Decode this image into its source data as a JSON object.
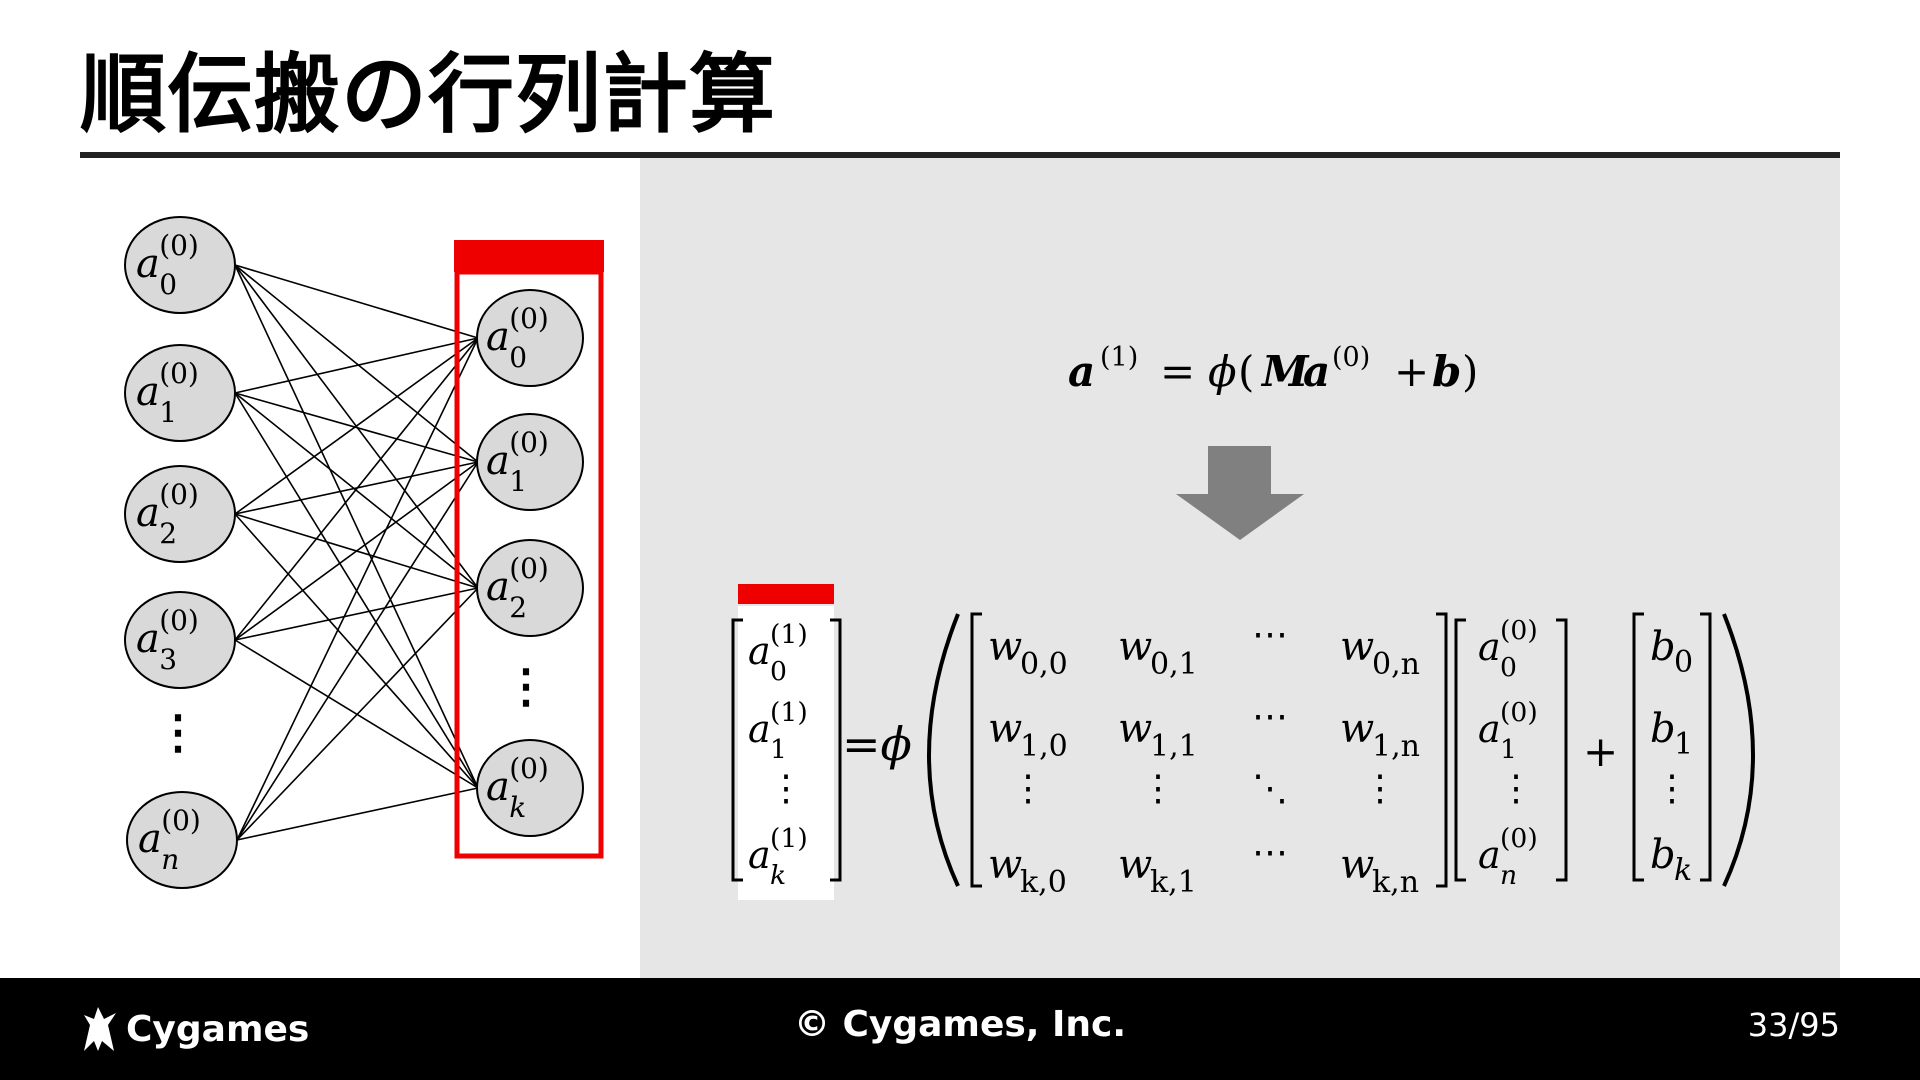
{
  "slide": {
    "title": "順伝搬の行列計算",
    "page": "33/95"
  },
  "footer": {
    "logo_text": "Cygames",
    "copyright": "© Cygames, Inc."
  },
  "network": {
    "input_nodes": [
      {
        "base": "a",
        "sup": "(0)",
        "sub": "0"
      },
      {
        "base": "a",
        "sup": "(0)",
        "sub": "1"
      },
      {
        "base": "a",
        "sup": "(0)",
        "sub": "2"
      },
      {
        "base": "a",
        "sup": "(0)",
        "sub": "3"
      },
      {
        "base": "a",
        "sup": "(0)",
        "sub": "n"
      }
    ],
    "output_nodes": [
      {
        "base": "a",
        "sup": "(0)",
        "sub": "0"
      },
      {
        "base": "a",
        "sup": "(0)",
        "sub": "1"
      },
      {
        "base": "a",
        "sup": "(0)",
        "sub": "2"
      },
      {
        "base": "a",
        "sup": "(0)",
        "sub": "k"
      }
    ],
    "ellipsis": "⋮"
  },
  "equation": {
    "a": "a",
    "sup1": "(1)",
    "eq": "=",
    "phi": "ϕ",
    "lparen": "(",
    "M": "M",
    "sup0": "(0)",
    "plus": "+",
    "b": "b",
    "rparen": ")"
  },
  "arrow": {
    "color": "#808080"
  },
  "matrix": {
    "lhs": [
      {
        "sup": "(1)",
        "sub": "0"
      },
      {
        "sup": "(1)",
        "sub": "1"
      },
      {
        "sup": "(1)",
        "sub": "k"
      }
    ],
    "equals_phi": "=ϕ",
    "w_rows": [
      [
        "w|0,0",
        "w|0,1",
        "⋯",
        "w|0,n"
      ],
      [
        "w|1,0",
        "w|1,1",
        "⋯",
        "w|1,n"
      ],
      [
        "⋮",
        "⋮",
        "⋱",
        "⋮"
      ],
      [
        "w|k,0",
        "w|k,1",
        "⋯",
        "w|k,n"
      ]
    ],
    "a_vec": [
      {
        "sup": "(0)",
        "sub": "0"
      },
      {
        "sup": "(0)",
        "sub": "1"
      },
      {
        "sup": "(0)",
        "sub": "n"
      }
    ],
    "plus": "+",
    "b_vec": [
      "0",
      "1",
      "k"
    ],
    "vdots": "⋮"
  },
  "colors": {
    "highlight": "#ee0000",
    "node_fill": "#d9d9d9",
    "panel": "#e6e6e6"
  }
}
